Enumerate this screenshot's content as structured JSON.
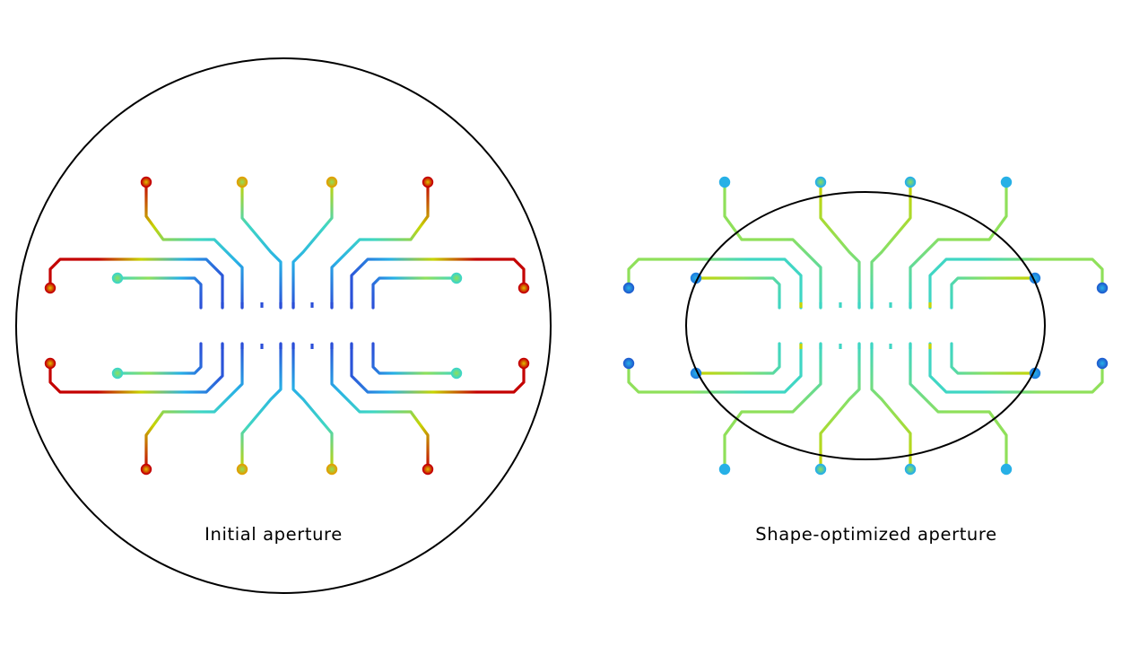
{
  "panels": [
    {
      "caption": "Initial aperture",
      "aperture_shape": "circle",
      "colormap": "rainbow",
      "color_scheme": "inner-blue-outer-red"
    },
    {
      "caption": "Shape-optimized aperture",
      "aperture_shape": "ellipse",
      "colormap": "rainbow",
      "color_scheme": "uniform-cyan-green"
    }
  ],
  "colors": {
    "background": "#ffffff",
    "aperture_outline": "#000000",
    "red": "#c40000",
    "yellow": "#c8d400",
    "green": "#8fe05a",
    "cyan": "#3fd6c4",
    "sky": "#27b0e6",
    "blue": "#2b4fd8"
  }
}
